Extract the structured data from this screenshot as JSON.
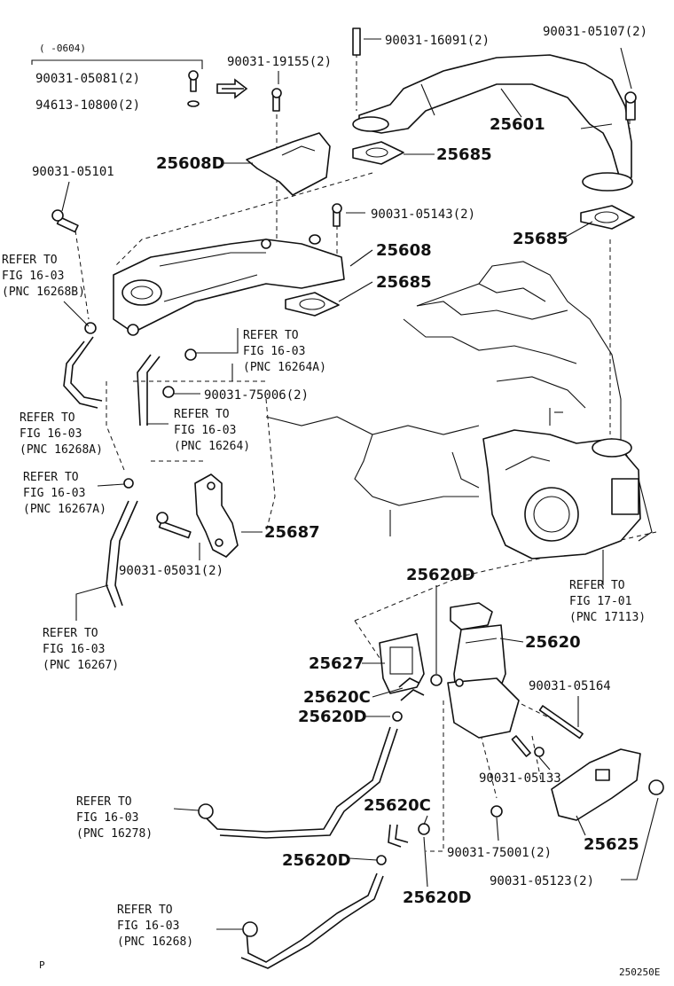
{
  "date_range": "(    -0604)",
  "parts": {
    "p90031_16091": "90031-16091(2)",
    "p90031_05107": "90031-05107(2)",
    "p90031_05081": "90031-05081(2)",
    "p90031_19155": "90031-19155(2)",
    "p94613_10800": "94613-10800(2)",
    "p25601": "25601",
    "p25608D": "25608D",
    "p25685_a": "25685",
    "p90031_05101": "90031-05101",
    "p90031_05143": "90031-05143(2)",
    "p25685_b": "25685",
    "p25608": "25608",
    "p25685_c": "25685",
    "p90031_75006": "90031-75006(2)",
    "p25687": "25687",
    "p90031_05031": "90031-05031(2)",
    "p25620D_a": "25620D",
    "p25620": "25620",
    "p25627": "25627",
    "p25620C_a": "25620C",
    "p25620D_b": "25620D",
    "p90031_05164": "90031-05164",
    "p90031_05133": "90031-05133",
    "p25620C_b": "25620C",
    "p25625": "25625",
    "p25620D_c": "25620D",
    "p90031_75001": "90031-75001(2)",
    "p90031_05123": "90031-05123(2)",
    "p25620D_d": "25620D"
  },
  "refs": {
    "r16268B": [
      "REFER TO",
      "FIG 16-03",
      "(PNC 16268B)"
    ],
    "r16264A": [
      "REFER TO",
      "FIG 16-03",
      "(PNC 16264A)"
    ],
    "r16268A": [
      "REFER TO",
      "FIG 16-03",
      "(PNC 16268A)"
    ],
    "r16264": [
      "REFER TO",
      "FIG 16-03",
      "(PNC 16264)"
    ],
    "r16267A": [
      "REFER TO",
      "FIG 16-03",
      "(PNC 16267A)"
    ],
    "r17113": [
      "REFER TO",
      "FIG 17-01",
      "(PNC 17113)"
    ],
    "r16267": [
      "REFER TO",
      "FIG 16-03",
      "(PNC 16267)"
    ],
    "r16278": [
      "REFER TO",
      "FIG 16-03",
      "(PNC 16278)"
    ],
    "r16268": [
      "REFER TO",
      "FIG 16-03",
      "(PNC 16268)"
    ]
  },
  "footer": {
    "left_mark": "P",
    "code": "250250E"
  }
}
